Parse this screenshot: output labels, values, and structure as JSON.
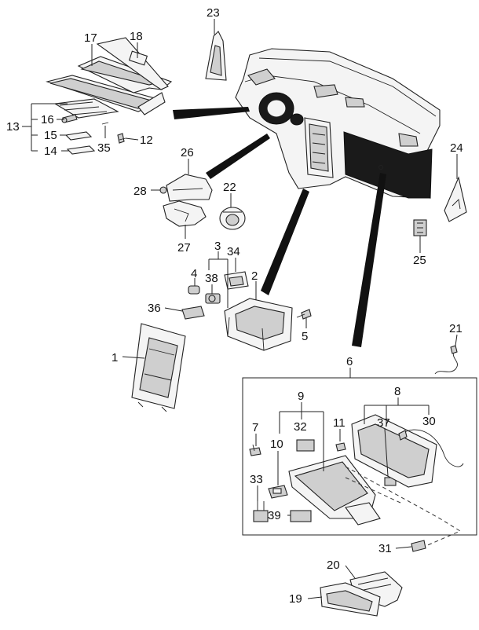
{
  "callouts": [
    {
      "id": "c1",
      "text": "1"
    },
    {
      "id": "c2",
      "text": "2"
    },
    {
      "id": "c3",
      "text": "3"
    },
    {
      "id": "c4",
      "text": "4"
    },
    {
      "id": "c5",
      "text": "5"
    },
    {
      "id": "c6",
      "text": "6"
    },
    {
      "id": "c7",
      "text": "7"
    },
    {
      "id": "c8",
      "text": "8"
    },
    {
      "id": "c9",
      "text": "9"
    },
    {
      "id": "c10",
      "text": "10"
    },
    {
      "id": "c11",
      "text": "11"
    },
    {
      "id": "c12",
      "text": "12"
    },
    {
      "id": "c13",
      "text": "13"
    },
    {
      "id": "c14",
      "text": "14"
    },
    {
      "id": "c15",
      "text": "15"
    },
    {
      "id": "c16",
      "text": "16"
    },
    {
      "id": "c17",
      "text": "17"
    },
    {
      "id": "c18",
      "text": "18"
    },
    {
      "id": "c19",
      "text": "19"
    },
    {
      "id": "c20",
      "text": "20"
    },
    {
      "id": "c21",
      "text": "21"
    },
    {
      "id": "c22",
      "text": "22"
    },
    {
      "id": "c23",
      "text": "23"
    },
    {
      "id": "c24",
      "text": "24"
    },
    {
      "id": "c25",
      "text": "25"
    },
    {
      "id": "c26",
      "text": "26"
    },
    {
      "id": "c27",
      "text": "27"
    },
    {
      "id": "c28",
      "text": "28"
    },
    {
      "id": "c30",
      "text": "30"
    },
    {
      "id": "c31",
      "text": "31"
    },
    {
      "id": "c32",
      "text": "32"
    },
    {
      "id": "c33",
      "text": "33"
    },
    {
      "id": "c34",
      "text": "34"
    },
    {
      "id": "c35",
      "text": "35"
    },
    {
      "id": "c36",
      "text": "36"
    },
    {
      "id": "c37",
      "text": "37"
    },
    {
      "id": "c38",
      "text": "38"
    },
    {
      "id": "c39",
      "text": "39"
    }
  ],
  "colors": {
    "line": "#222222",
    "fill": "#f4f4f4",
    "shade": "#cfcfcf",
    "dark": "#1a1a1a",
    "background": "#ffffff"
  }
}
